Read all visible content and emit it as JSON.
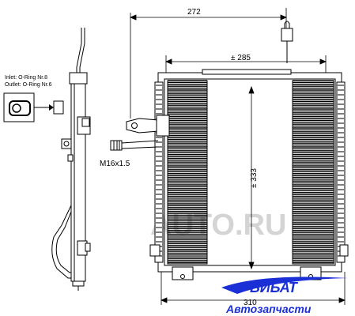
{
  "diagram": {
    "dimensions": {
      "top_width": "272",
      "core_width": "± 285",
      "core_height": "± 333",
      "bottom_width": "310"
    },
    "thread_label": "M16x1.5",
    "notes": {
      "inlet": "Inlet: O-Ring Nr.8",
      "outlet": "Outlet: O-Ring Nr.6"
    },
    "watermark": "AUTO.RU"
  },
  "logo": {
    "brand": "БИБАТ",
    "tagline": "Автозапчасти",
    "color": "#1a2fd6"
  },
  "colors": {
    "line": "#000000",
    "watermark": "#cfcfcf"
  }
}
